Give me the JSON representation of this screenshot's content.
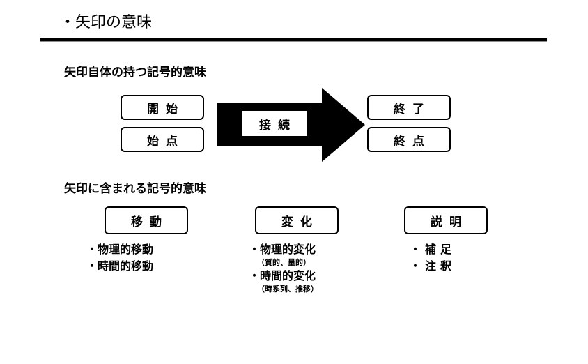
{
  "title": "・矢印の意味",
  "section1": {
    "heading": "矢印自体の持つ記号的意味",
    "start": "開始",
    "origin": "始点",
    "connect": "接続",
    "end": "終了",
    "endpoint": "終点"
  },
  "section2": {
    "heading": "矢印に含まれる記号的意味",
    "move": {
      "label": "移動",
      "items": [
        "・物理的移動",
        "・時間的移動"
      ]
    },
    "change": {
      "label": "変化",
      "item1": "・物理的変化",
      "item1_note": "（質的、量的）",
      "item2": "・時間的変化",
      "item2_note": "（時系列、推移）"
    },
    "explain": {
      "label": "説明",
      "items": [
        "・補足",
        "・注釈"
      ]
    }
  }
}
